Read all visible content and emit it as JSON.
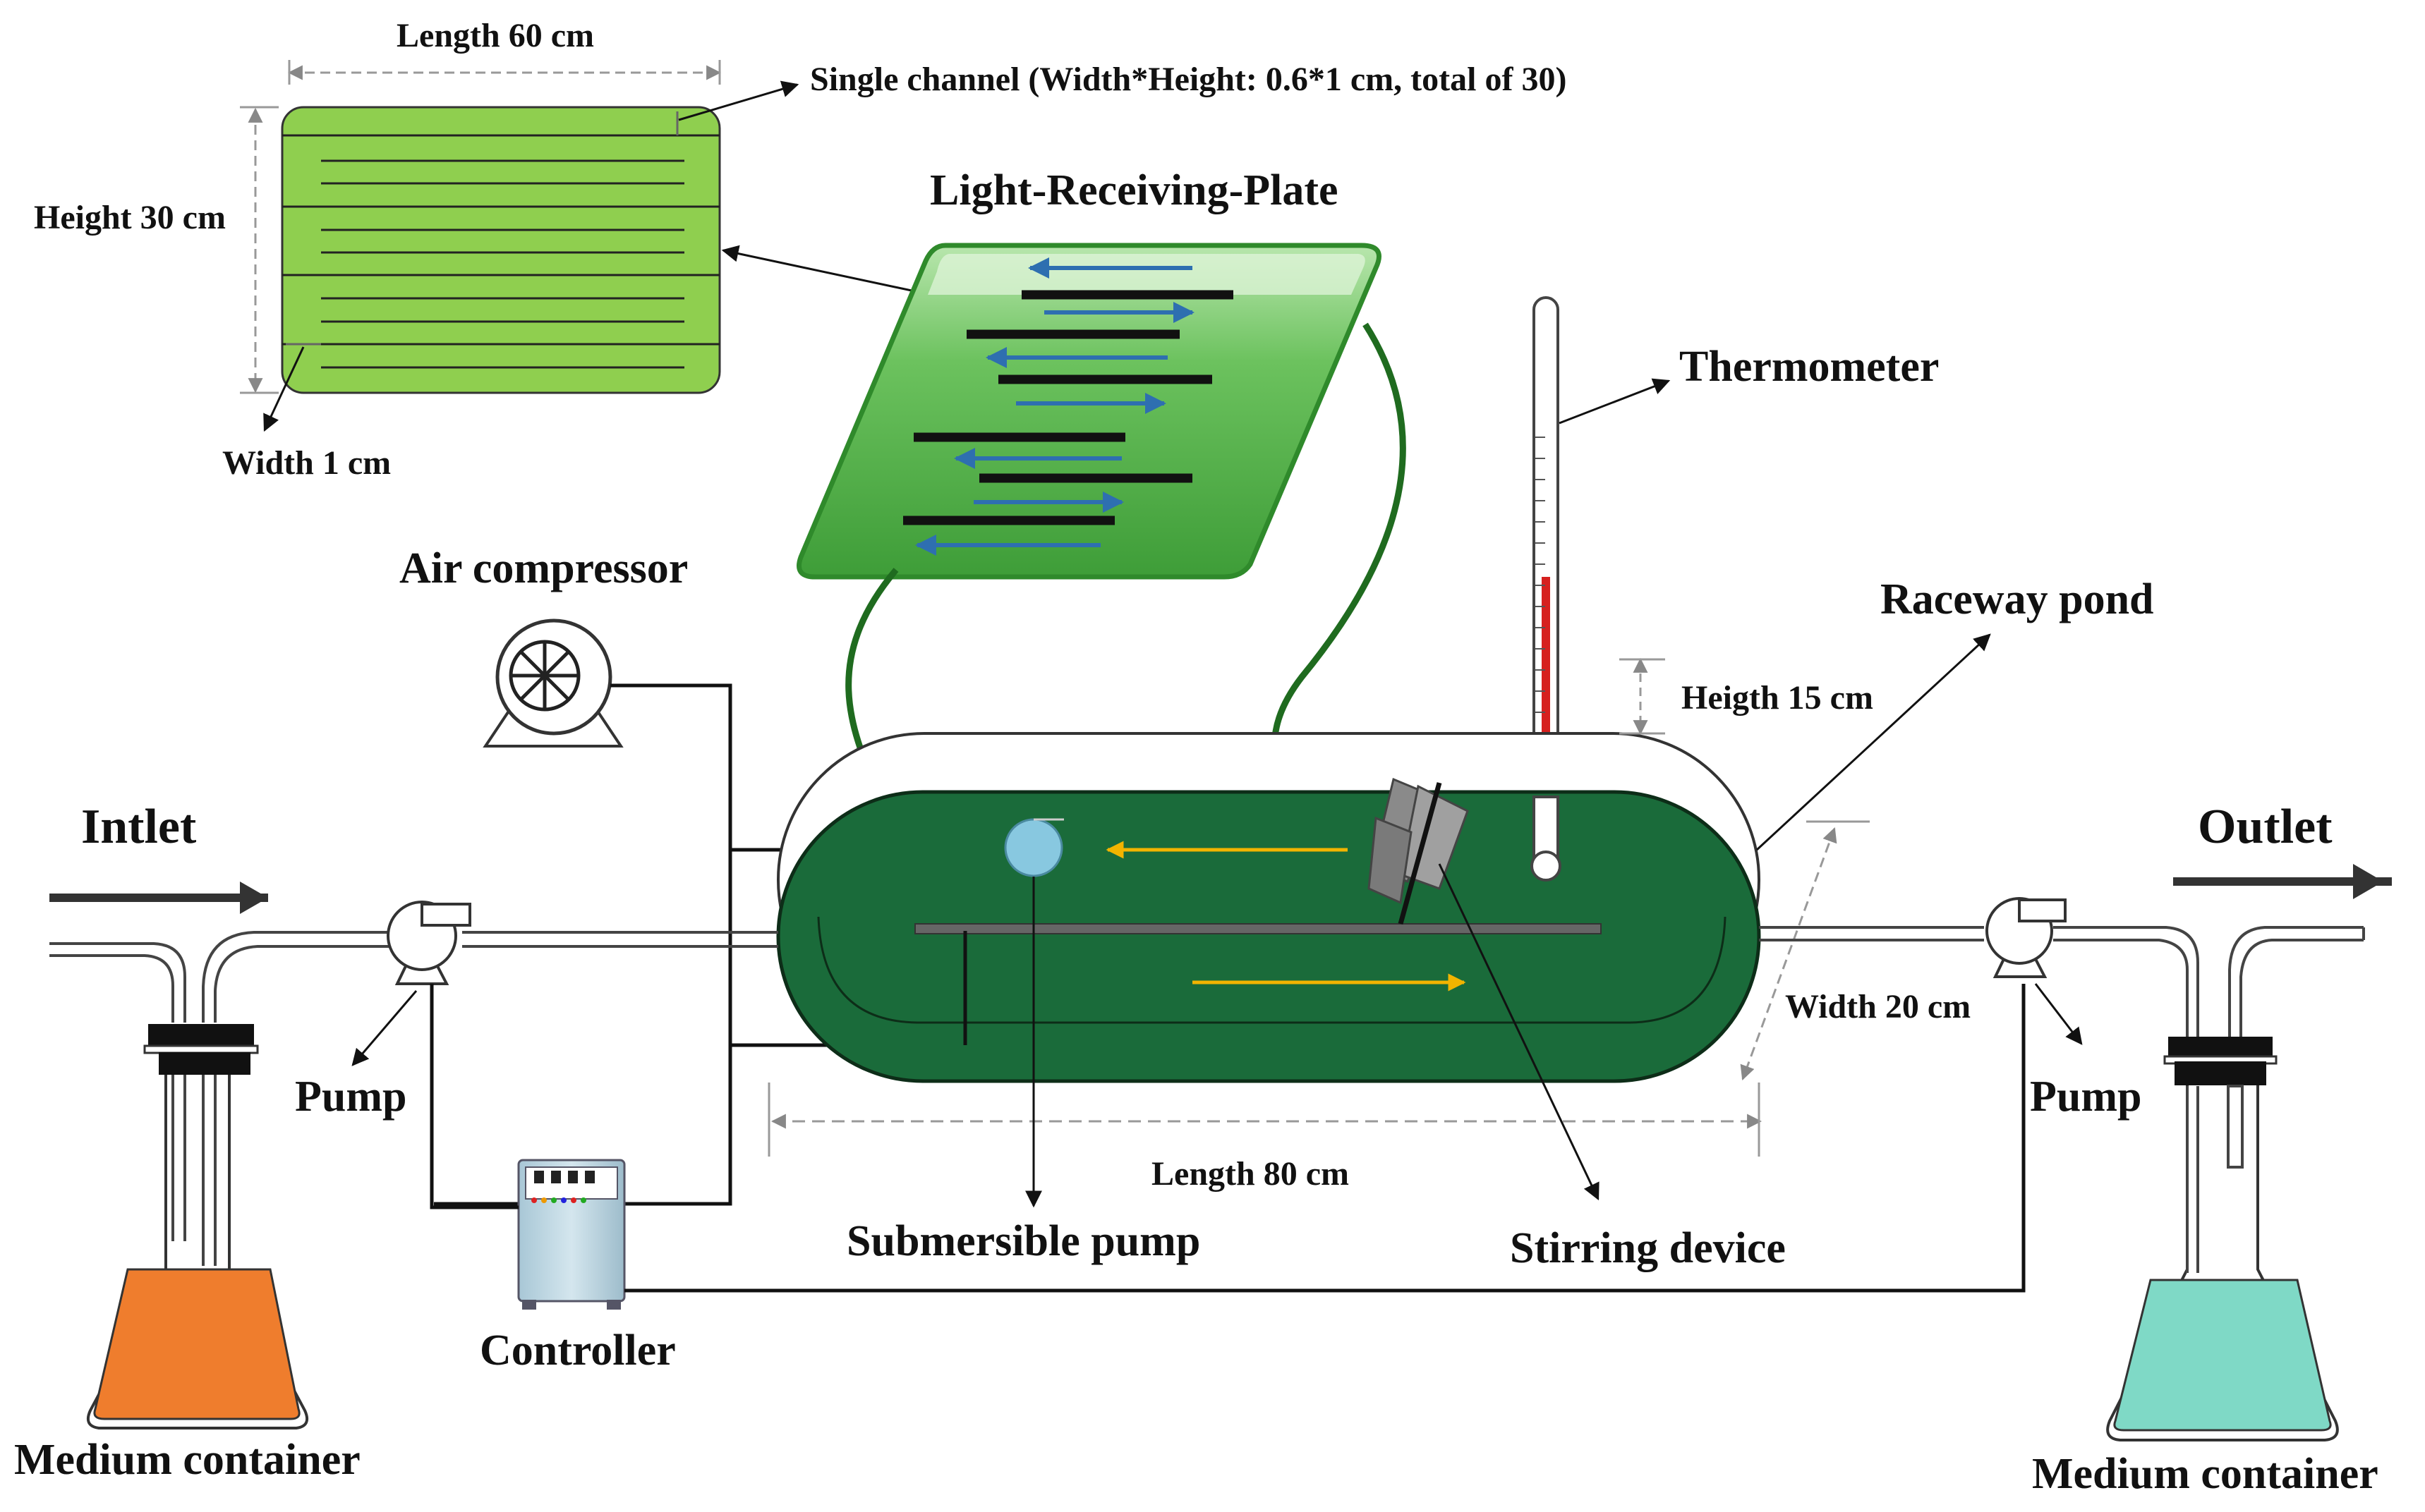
{
  "labels": {
    "length_60": "Length 60 cm",
    "single_channel": "Single channel (Width*Height: 0.6*1 cm, total of 30)",
    "height_30": "Height 30 cm",
    "width_1": "Width 1 cm",
    "light_plate": "Light-Receiving-Plate",
    "thermometer": "Thermometer",
    "air_compressor": "Air compressor",
    "raceway_pond": "Raceway pond",
    "heigth_15": "Heigth 15 cm",
    "intlet": "Intlet",
    "outlet": "Outlet",
    "pump_left": "Pump",
    "pump_right": "Pump",
    "width_20": "Width 20 cm",
    "length_80": "Length 80 cm",
    "submersible_pump": "Submersible pump",
    "stirring_device": "Stirring device",
    "controller": "Controller",
    "medium_left": "Medium container",
    "medium_right": "Medium container"
  },
  "colors": {
    "pond_dark": "#1a6b3a",
    "plate_green": "#3ea83a",
    "panel_green": "#8fcf4f",
    "orange_medium": "#ef7d2d",
    "teal_medium": "#7fd9c6",
    "blue_arrow": "#2e6fb0",
    "yellow_arrow": "#f2b400",
    "thermo_red": "#d6201e"
  }
}
